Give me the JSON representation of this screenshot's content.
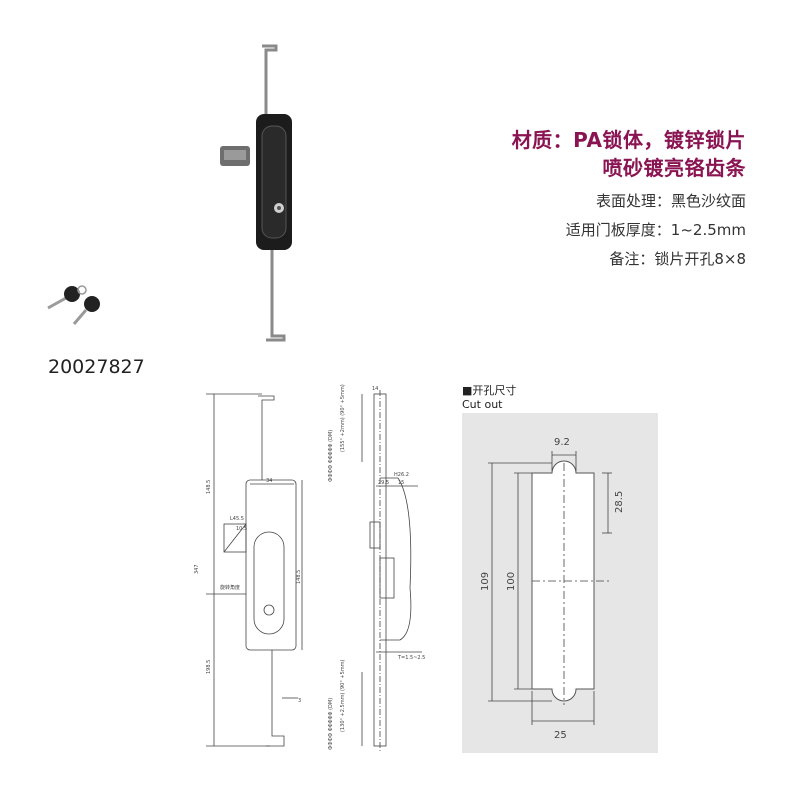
{
  "specs": {
    "material_line1": "材质：PA锁体，镀锌锁片",
    "material_line2": "喷砂镀亮铬齿条",
    "surface": "表面处理：黑色沙纹面",
    "panel_thickness": "适用门板厚度：1~2.5mm",
    "note": "备注：锁片开孔8×8"
  },
  "product_code": "20027827",
  "cutout": {
    "heading": "■开孔尺寸",
    "heading_en": "Cut out",
    "dim_top": "9.2",
    "dim_right": "28.5",
    "dim_outer": "109",
    "dim_inner": "100",
    "dim_bottom": "25"
  },
  "front_drawing": {
    "dim_total": "347",
    "dim_upper": "148.5",
    "dim_lower": "198.5",
    "dim_body_height": "148.5",
    "dim_width": "34",
    "dim_handle": "L45.5",
    "dim_small": "10.5",
    "dim_bottom_step": "3",
    "rotate_label": "旋转角度"
  },
  "side_drawing": {
    "dim_top": "14",
    "dim_body": "H26.2",
    "dim_depth": "29.5",
    "dim_small": "15",
    "dim_thickness": "T=1.5~2.5",
    "rod_top_label": "(155° +2mm)\n(90° +5mm)",
    "rod_bottom_label": "(130° +2.5mm)\n(90° +5mm)",
    "note_top": "ФФФФ\nΦΦΦΦΦ\n(DM)",
    "note_bottom": "ФФФФ\nΦΦΦΦΦ\n(DM)"
  },
  "colors": {
    "title": "#8a1452",
    "text": "#333333",
    "drawing": "#444444",
    "cut_bg": "#e6e6e6"
  }
}
